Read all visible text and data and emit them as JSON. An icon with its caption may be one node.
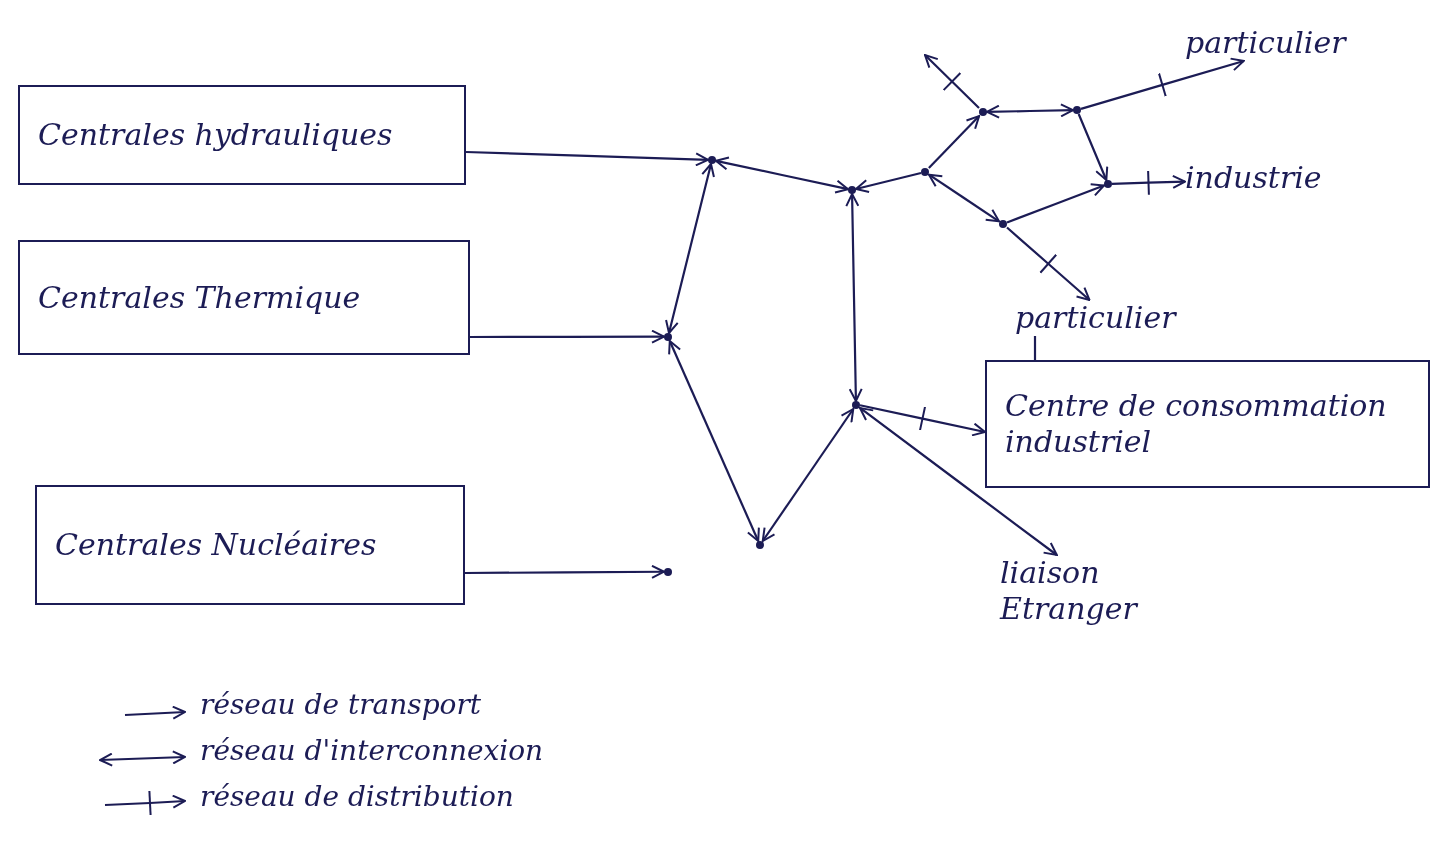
{
  "diagram": {
    "nodes": [
      {
        "text": [
          "Centrales hydrauliques"
        ]
      },
      {
        "text": [
          "particulier"
        ]
      },
      {
        "text": [
          "industrie"
        ]
      },
      {
        "text": [
          "Centrales Thermique"
        ]
      },
      {
        "text": [
          "particulier"
        ]
      },
      {
        "text": [
          "Centre de consommation industriel"
        ]
      },
      {
        "text": [
          "Centrales Nucléaires"
        ]
      },
      {
        "text": [
          "liaison Etranger"
        ]
      },
      {
        "text": [],
        "shape": "point"
      },
      {
        "text": [],
        "shape": "point"
      },
      {
        "text": [],
        "shape": "point"
      },
      {
        "text": [],
        "shape": "point"
      },
      {
        "text": [],
        "shape": "point"
      },
      {
        "text": [],
        "shape": "point"
      },
      {
        "text": [],
        "shape": "point"
      },
      {
        "text": [],
        "shape": "point"
      },
      {
        "text": [],
        "shape": "point"
      },
      {
        "text": [],
        "shape": "point"
      },
      {
        "text": [],
        "shape": "point"
      }
    ],
    "edges": [
      {
        "from": 0,
        "to": 8,
        "arrow": "to"
      },
      {
        "from": 3,
        "to": 9,
        "arrow": "to"
      },
      {
        "from": 6,
        "to": 10,
        "arrow": "to"
      },
      {
        "from": 8,
        "to": 11,
        "arrow": "both"
      },
      {
        "from": 8,
        "to": 9,
        "arrow": "both"
      },
      {
        "from": 9,
        "to": 13,
        "arrow": "both"
      },
      {
        "from": 13,
        "to": 12,
        "arrow": "both"
      },
      {
        "from": 11,
        "to": 12,
        "arrow": "both"
      },
      {
        "from": 12,
        "to": 5,
        "arrow": "to"
      },
      {
        "from": 12,
        "to": 7,
        "arrow": "both"
      },
      {
        "from": 14,
        "to": 11,
        "arrow": "to"
      },
      {
        "from": 14,
        "to": 15,
        "arrow": "to"
      },
      {
        "from": 15,
        "to": null,
        "arrow": "to"
      },
      {
        "from": 15,
        "to": 16,
        "arrow": "both"
      },
      {
        "from": 16,
        "to": 1,
        "arrow": "to"
      },
      {
        "from": 16,
        "to": 17,
        "arrow": "to"
      },
      {
        "from": 17,
        "to": 2,
        "arrow": "to"
      },
      {
        "from": 18,
        "to": 17,
        "arrow": "to"
      },
      {
        "from": 14,
        "to": 18,
        "arrow": "both"
      },
      {
        "from": 18,
        "to": 4,
        "arrow": "to"
      },
      {
        "from": 4,
        "to": 5,
        "arrow": "none"
      }
    ],
    "legend": [
      {
        "text": "réseau de transport"
      },
      {
        "text": "réseau d'interconnexion"
      },
      {
        "text": "réseau de distribution"
      }
    ]
  }
}
